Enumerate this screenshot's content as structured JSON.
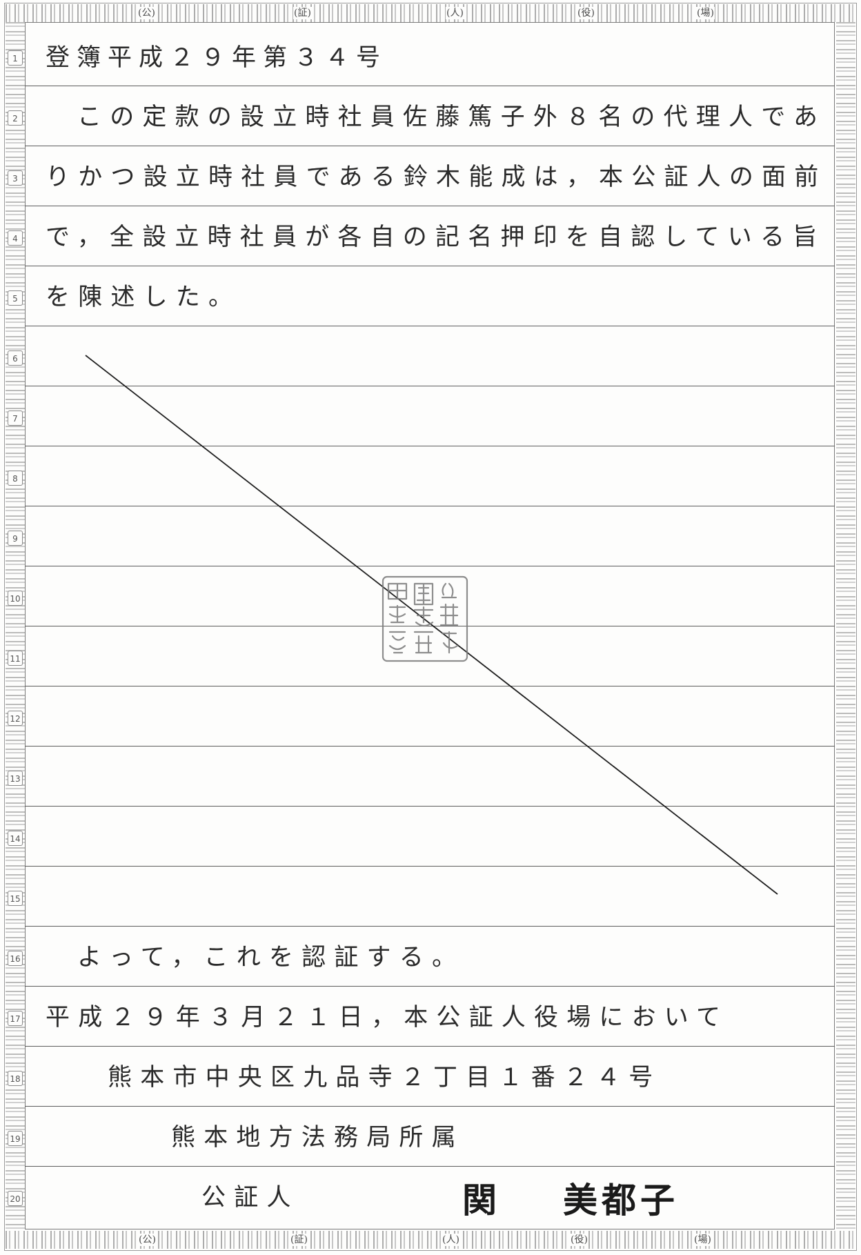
{
  "border": {
    "top_labels": [
      "(公)",
      "(証)",
      "(人)",
      "(役)",
      "(場)"
    ],
    "bottom_labels": [
      "(公)",
      "(証)",
      "(人)",
      "(役)",
      "(場)"
    ]
  },
  "line_numbers": [
    "1",
    "2",
    "3",
    "4",
    "5",
    "6",
    "7",
    "8",
    "9",
    "10",
    "11",
    "12",
    "13",
    "14",
    "15",
    "16",
    "17",
    "18",
    "19",
    "20"
  ],
  "document": {
    "registry_number": "登簿平成２９年第３４号",
    "statement_line_1": "この定款の設立時社員佐藤篤子外８名の代理人であ",
    "statement_line_2": "りかつ設立時社員である鈴木能成は，本公証人の面前",
    "statement_line_3": "で，全設立時社員が各自の記名押印を自認している旨",
    "statement_line_4": "を陳述した。",
    "certification": "よって，これを認証する。",
    "date_place": "平成２９年３月２１日，本公証人役場において",
    "address": "熊本市中央区九品寺２丁目１番２４号",
    "affiliation": "熊本地方法務局所属",
    "notary_title": "公証人",
    "notary_name_family": "関",
    "notary_name_given": "美都子"
  },
  "seal": {
    "text": "公証人関美都子之印"
  }
}
